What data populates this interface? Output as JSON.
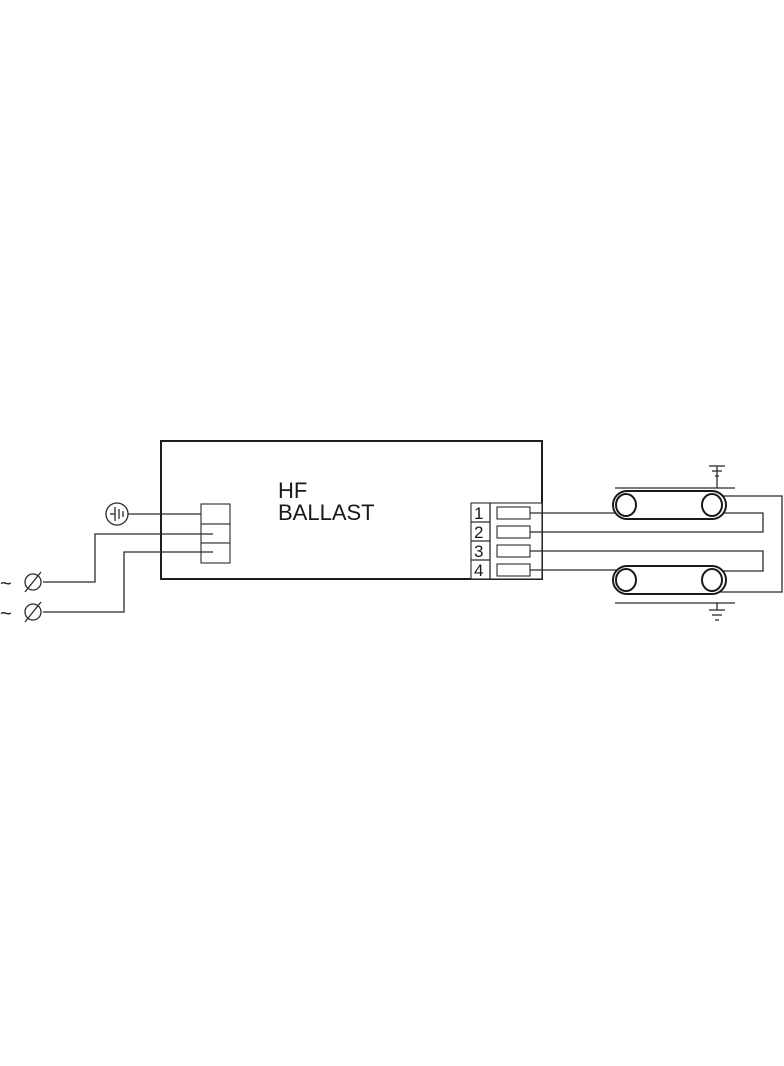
{
  "ballast": {
    "line1": "HF",
    "line2": "BALLAST"
  },
  "output_terminals": [
    "1",
    "2",
    "3",
    "4"
  ],
  "mains": {
    "symbol_1": "~",
    "symbol_2": "~"
  },
  "icons": {
    "earth_input": "earth-ground-circle-icon",
    "lamp_ground": "ground-icon",
    "mains_terminal": "slashed-circle-terminal-icon"
  },
  "colors": {
    "line": "#2b2b2b",
    "background": "#ffffff"
  }
}
